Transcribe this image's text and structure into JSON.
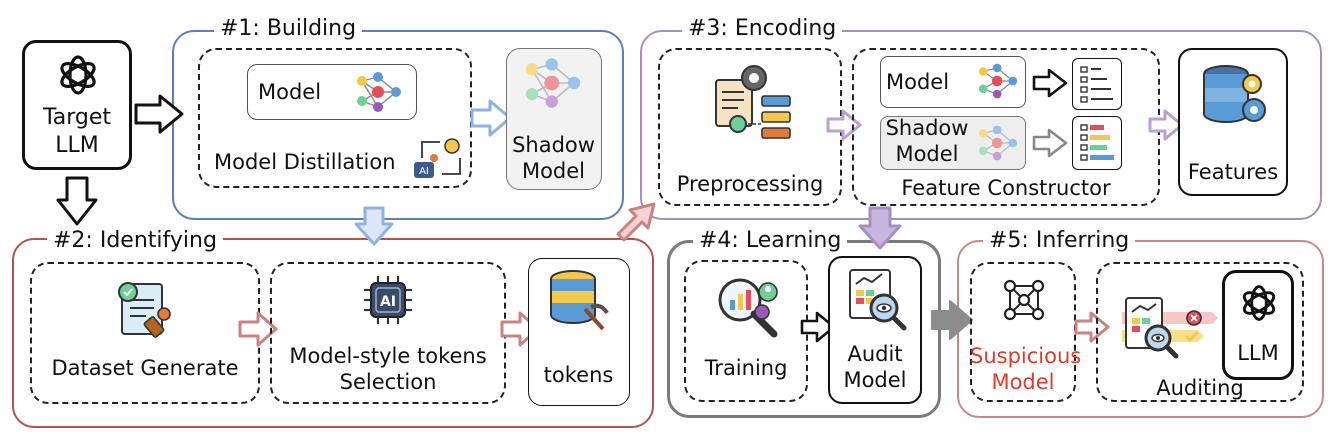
{
  "colors": {
    "building": "#5b7fb8",
    "identifying": "#b0534d",
    "encoding": "#a58fbf",
    "learning": "#7a7a7a",
    "inferring": "#c98a86",
    "suspicious": "#e23b2e"
  },
  "target": {
    "line1": "Target",
    "line2": "LLM"
  },
  "building": {
    "title": "#1: Building",
    "model_label": "Model",
    "distill_label": "Model Distillation",
    "ai_chip": "AI",
    "shadow_line1": "Shadow",
    "shadow_line2": "Model"
  },
  "identifying": {
    "title": "#2: Identifying",
    "dataset_label": "Dataset Generate",
    "tokens_line1": "Model-style tokens",
    "tokens_line2": "Selection",
    "ai_chip": "AI",
    "tokens_label": "tokens"
  },
  "encoding": {
    "title": "#3: Encoding",
    "preprocess_label": "Preprocessing",
    "model_label": "Model",
    "shadow_line1": "Shadow",
    "shadow_line2": "Model",
    "constructor_label": "Feature Constructor",
    "features_label": "Features"
  },
  "learning": {
    "title": "#4: Learning",
    "training_label": "Training",
    "audit_line1": "Audit",
    "audit_line2": "Model"
  },
  "inferring": {
    "title": "#5: Inferring",
    "suspicious_line1": "Suspicious",
    "suspicious_line2": "Model",
    "auditing_label": "Auditing",
    "llm_label": "LLM"
  }
}
